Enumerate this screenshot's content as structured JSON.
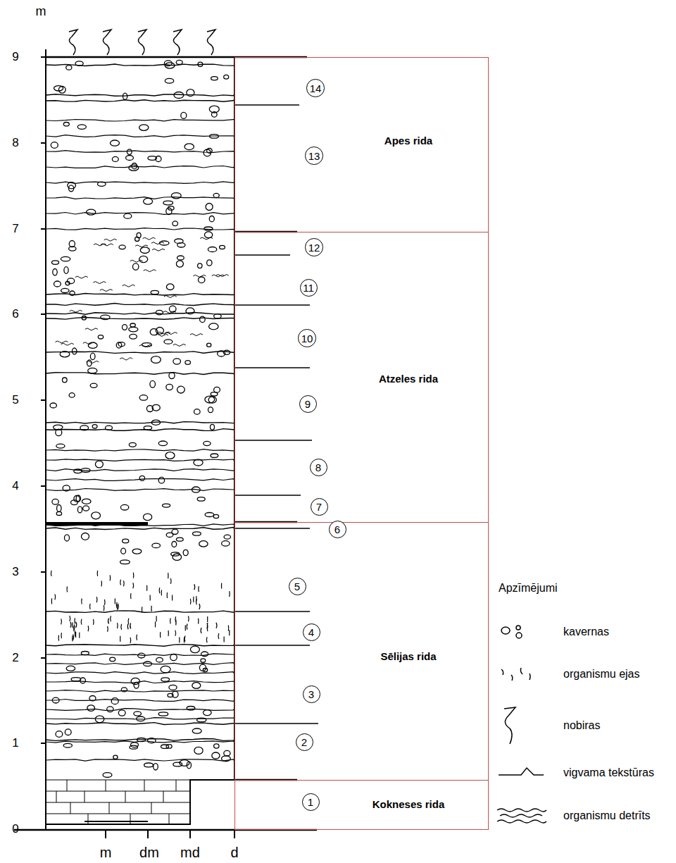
{
  "diagram": {
    "nodes": [
      {
        "text": [
          "Apes rida"
        ]
      },
      {
        "text": [
          "14"
        ],
        "in": 0
      },
      {
        "text": [
          "13"
        ],
        "in": 0
      },
      {
        "text": [
          "Atzeles rida"
        ]
      },
      {
        "text": [
          "12"
        ],
        "in": 3
      },
      {
        "text": [
          "11"
        ],
        "in": 3
      },
      {
        "text": [
          "10"
        ],
        "in": 3
      },
      {
        "text": [
          "9"
        ],
        "in": 3
      },
      {
        "text": [
          "8"
        ],
        "in": 3
      },
      {
        "text": [
          "7"
        ],
        "in": 3
      },
      {
        "text": [
          "Sēlijas rida"
        ]
      },
      {
        "text": [
          "6"
        ],
        "in": 10
      },
      {
        "text": [
          "5"
        ],
        "in": 10
      },
      {
        "text": [
          "4"
        ],
        "in": 10
      },
      {
        "text": [
          "3"
        ],
        "in": 10
      },
      {
        "text": [
          "2"
        ],
        "in": 10
      },
      {
        "text": [
          "Kokneses rida"
        ]
      },
      {
        "text": [
          "1"
        ],
        "in": 16
      }
    ],
    "labels": [
      "m",
      "9",
      "8",
      "7",
      "6",
      "5",
      "4",
      "3",
      "2",
      "1",
      "0",
      "m",
      "dm",
      "md",
      "d",
      "Apzīmējumi"
    ],
    "legend": [
      {
        "text": "kavernas"
      },
      {
        "text": "organismu ejas"
      },
      {
        "text": "nobiras"
      },
      {
        "text": "vigvama tekstūras"
      },
      {
        "text": "organismu detrīts"
      }
    ]
  }
}
